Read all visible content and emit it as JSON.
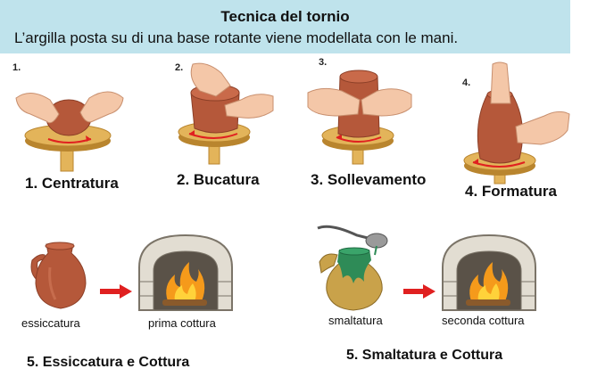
{
  "header": {
    "title": "Tecnica del tornio",
    "subtitle": "L’argilla posta su di una base rotante viene modellata con le mani."
  },
  "steps": [
    {
      "number": "1.",
      "label": "1. Centratura"
    },
    {
      "number": "2.",
      "label": "2. Bucatura"
    },
    {
      "number": "3.",
      "label": "3. Sollevamento"
    },
    {
      "number": "4.",
      "label": "4. Formatura"
    }
  ],
  "firing": [
    {
      "stage_label": "essiccatura",
      "kiln_label": "prima cottura",
      "caption": "5. Essiccatura e Cottura"
    },
    {
      "stage_label": "smaltatura",
      "kiln_label": "seconda cottura",
      "caption": "5. Smaltatura e Cottura"
    }
  ],
  "colors": {
    "header_bg": "#bfe3ec",
    "clay": "#b5583a",
    "clay_dark": "#8c3f27",
    "wheel": "#e3b45a",
    "wheel_dark": "#b9852e",
    "skin": "#f4c7a8",
    "skin_line": "#c88f6e",
    "arrow": "#e02020",
    "glaze": "#2e8b57",
    "kiln": "#e2ddd2",
    "kiln_dark": "#7b7468",
    "fire": "#f59a1b"
  }
}
